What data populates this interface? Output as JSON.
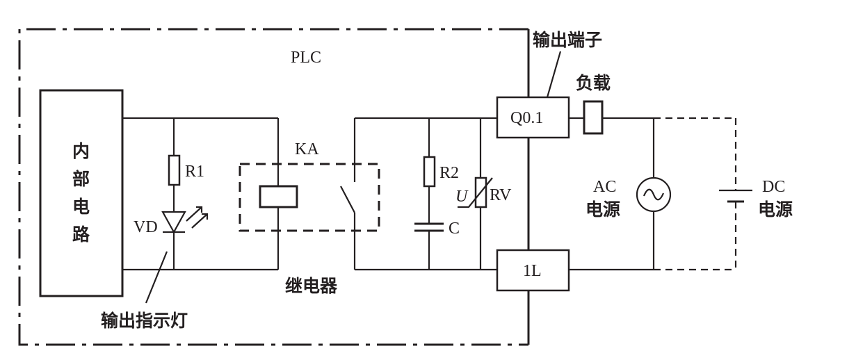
{
  "labels": {
    "plc": "PLC",
    "internal_circuit_chars": [
      "内",
      "部",
      "电",
      "路"
    ],
    "r1": "R1",
    "vd": "VD",
    "indicator_light": "输出指示灯",
    "ka": "KA",
    "relay": "继电器",
    "r2": "R2",
    "c": "C",
    "u": "U",
    "rv": "RV",
    "output_terminal": "输出端子",
    "q01": "Q0.1",
    "one_l": "1L",
    "load": "负载",
    "ac": "AC",
    "ac_power": "电源",
    "dc": "DC",
    "dc_power": "电源"
  }
}
